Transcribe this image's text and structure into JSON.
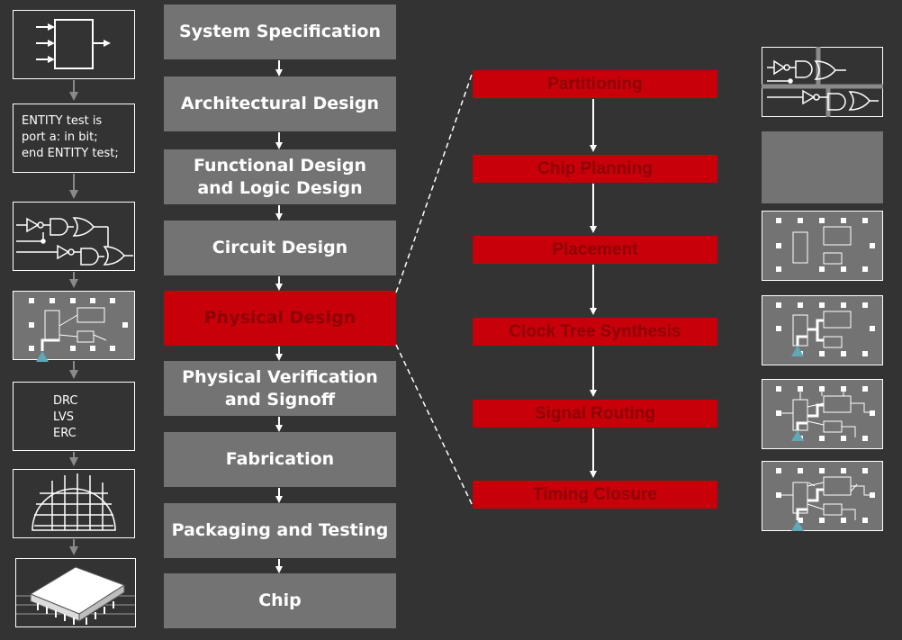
{
  "flow": {
    "steps": [
      {
        "label": "System Specification"
      },
      {
        "label": "Architectural Design"
      },
      {
        "label": "Functional Design\nand Logic Design"
      },
      {
        "label": "Circuit Design"
      },
      {
        "label": "Physical Design",
        "highlight": true
      },
      {
        "label": "Physical Verification\nand Signoff"
      },
      {
        "label": "Fabrication"
      },
      {
        "label": "Packaging and Testing"
      },
      {
        "label": "Chip"
      }
    ]
  },
  "physical_design": {
    "steps": [
      {
        "label": "Partitioning"
      },
      {
        "label": "Chip Planning"
      },
      {
        "label": "Placement"
      },
      {
        "label": "Clock Tree Synthesis"
      },
      {
        "label": "Signal Routing"
      },
      {
        "label": "Timing Closure"
      }
    ]
  },
  "left_panel": {
    "vhdl_code": "ENTITY test is\nport a: in bit;\nend ENTITY test;",
    "verification_checks": "DRC\nLVS\nERC"
  },
  "colors": {
    "background": "#333333",
    "box": "#737373",
    "highlight": "#c8000a",
    "highlight_text": "#8e0006",
    "line": "#ffffff",
    "side_arrow": "#8a8a8a",
    "clock_marker": "#5fa8b8"
  }
}
